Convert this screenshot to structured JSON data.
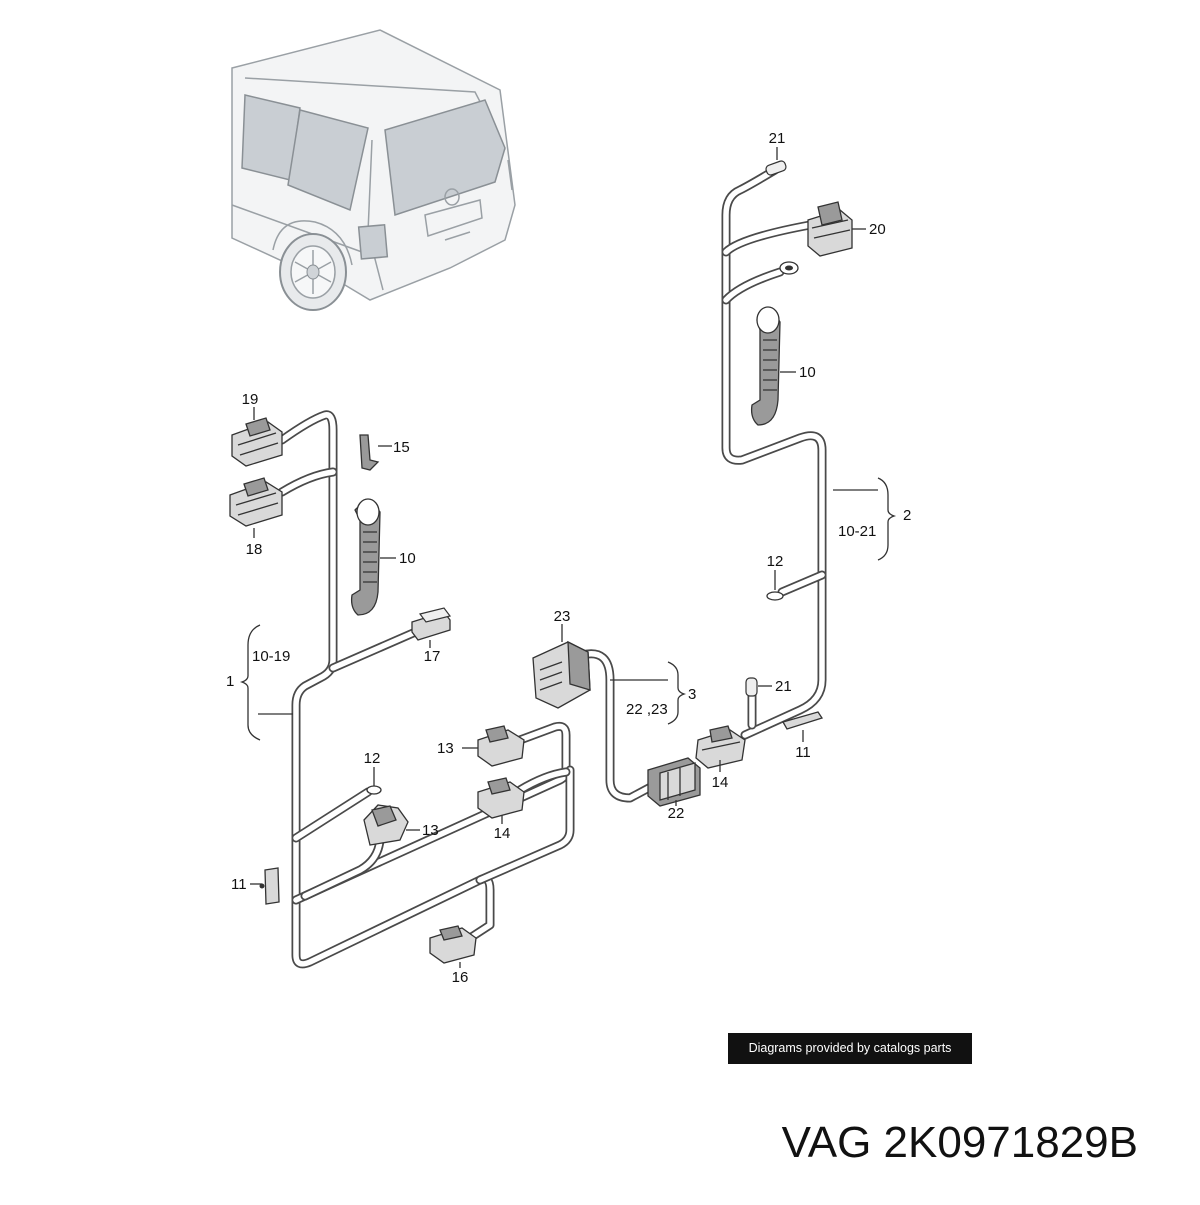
{
  "callouts": {
    "c21_top": "21",
    "c20": "20",
    "c10_right": "10",
    "c2": "2",
    "c10_21": "10-21",
    "c12_right": "12",
    "c21_bottom": "21",
    "c11_right": "11",
    "c14_right": "14",
    "c22": "22",
    "c23": "23",
    "c3": "3",
    "c22_23": "22 ,23",
    "c19": "19",
    "c15": "15",
    "c18": "18",
    "c10_left": "10",
    "c17": "17",
    "c1": "1",
    "c10_19": "10-19",
    "c13_top": "13",
    "c14_left": "14",
    "c12_left": "12",
    "c13_left": "13",
    "c11_left": "11",
    "c16": "16"
  },
  "banner": "Diagrams provided by catalogs parts",
  "part_number": "VAG 2K0971829B"
}
